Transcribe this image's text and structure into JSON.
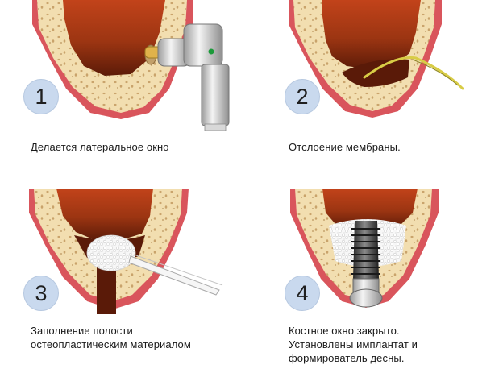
{
  "steps": [
    {
      "number": "1",
      "caption": "Делается латеральное окно"
    },
    {
      "number": "2",
      "caption": "Отслоение мембраны."
    },
    {
      "number": "3",
      "caption": "Заполнение полости\nостеопластическим материалом"
    },
    {
      "number": "4",
      "caption": "Костное окно закрыто.\nУстановлены имплантат и\nформирователь десны."
    }
  ],
  "colors": {
    "gum": "#d9555c",
    "bone": "#f2deb0",
    "sinus": "#a43a14",
    "sinus_dark": "#5a1a08",
    "badge": "#c9d9ee"
  }
}
